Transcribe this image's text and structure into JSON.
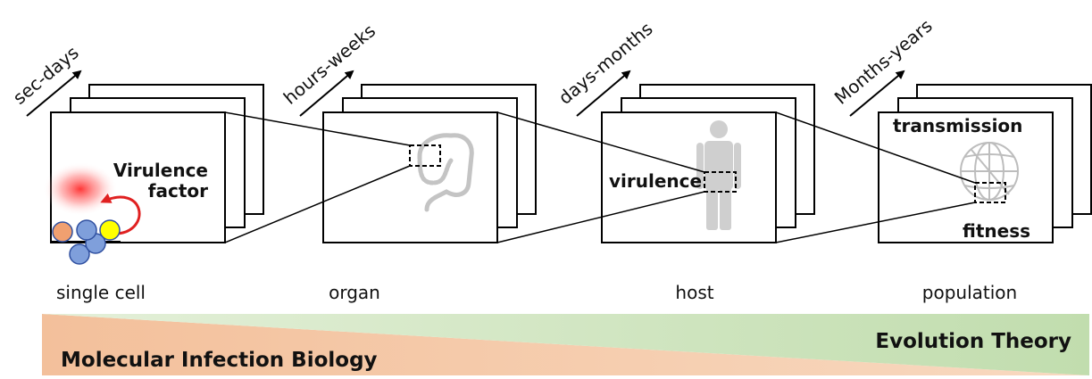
{
  "scales": [
    {
      "time": "sec-days",
      "level": "single cell"
    },
    {
      "time": "hours-weeks",
      "level": "organ"
    },
    {
      "time": "days-months",
      "level": "host"
    },
    {
      "time": "Months-years",
      "level": "population"
    }
  ],
  "panel1": {
    "line1": "Virulence",
    "line2": "factor"
  },
  "panel3": {
    "label": "virulence"
  },
  "panel4": {
    "top": "transmission",
    "bottom": "fitness"
  },
  "bands": {
    "left": "Molecular Infection Biology",
    "right": "Evolution Theory"
  },
  "colors": {
    "band_left": "#f4c4a2",
    "band_right": "#c5e0b3",
    "red": "#e02020",
    "cell_blue": "#7f9fdb",
    "cell_orange": "#f0a070",
    "cell_yellow": "#ffff00",
    "icon_gray": "#c8c8c8"
  }
}
